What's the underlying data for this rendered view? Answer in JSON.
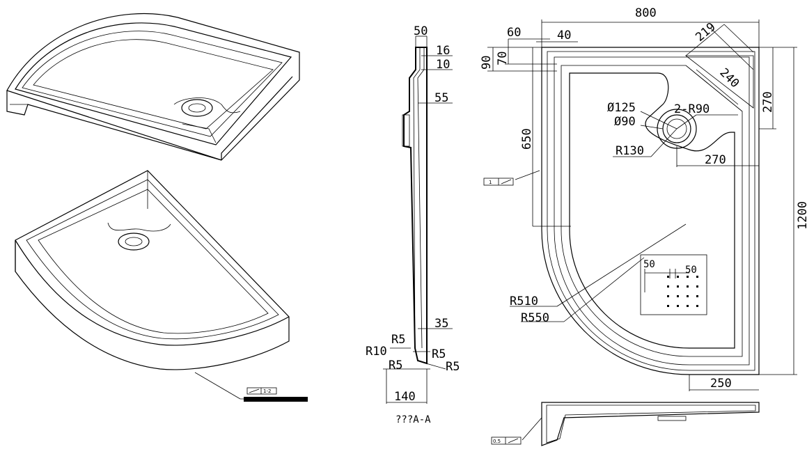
{
  "dims": {
    "d800": "800",
    "d60": "60",
    "d40": "40",
    "d219": "219",
    "d90": "90",
    "d70": "70",
    "d240": "240",
    "d270a": "270",
    "d125": "Ø125",
    "d2r90": "2-R90",
    "d90dia": "Ø90",
    "d650": "650",
    "d130": "R130",
    "d270b": "270",
    "d1200": "1200",
    "d50a": "50",
    "d50b": "50",
    "d510": "R510",
    "d550": "R550",
    "d250": "250"
  },
  "section": {
    "d50": "50",
    "d16": "16",
    "d10": "10",
    "d55": "55",
    "d35": "35",
    "r5a": "R5",
    "r10": "R10",
    "r5b": "R5",
    "r5c": "R5",
    "r5d": "R5",
    "d140": "140",
    "label": "???A-A"
  },
  "labels": {
    "tag_left": "1-2",
    "tag_mid": "1",
    "tag_bottom": "0.5"
  }
}
